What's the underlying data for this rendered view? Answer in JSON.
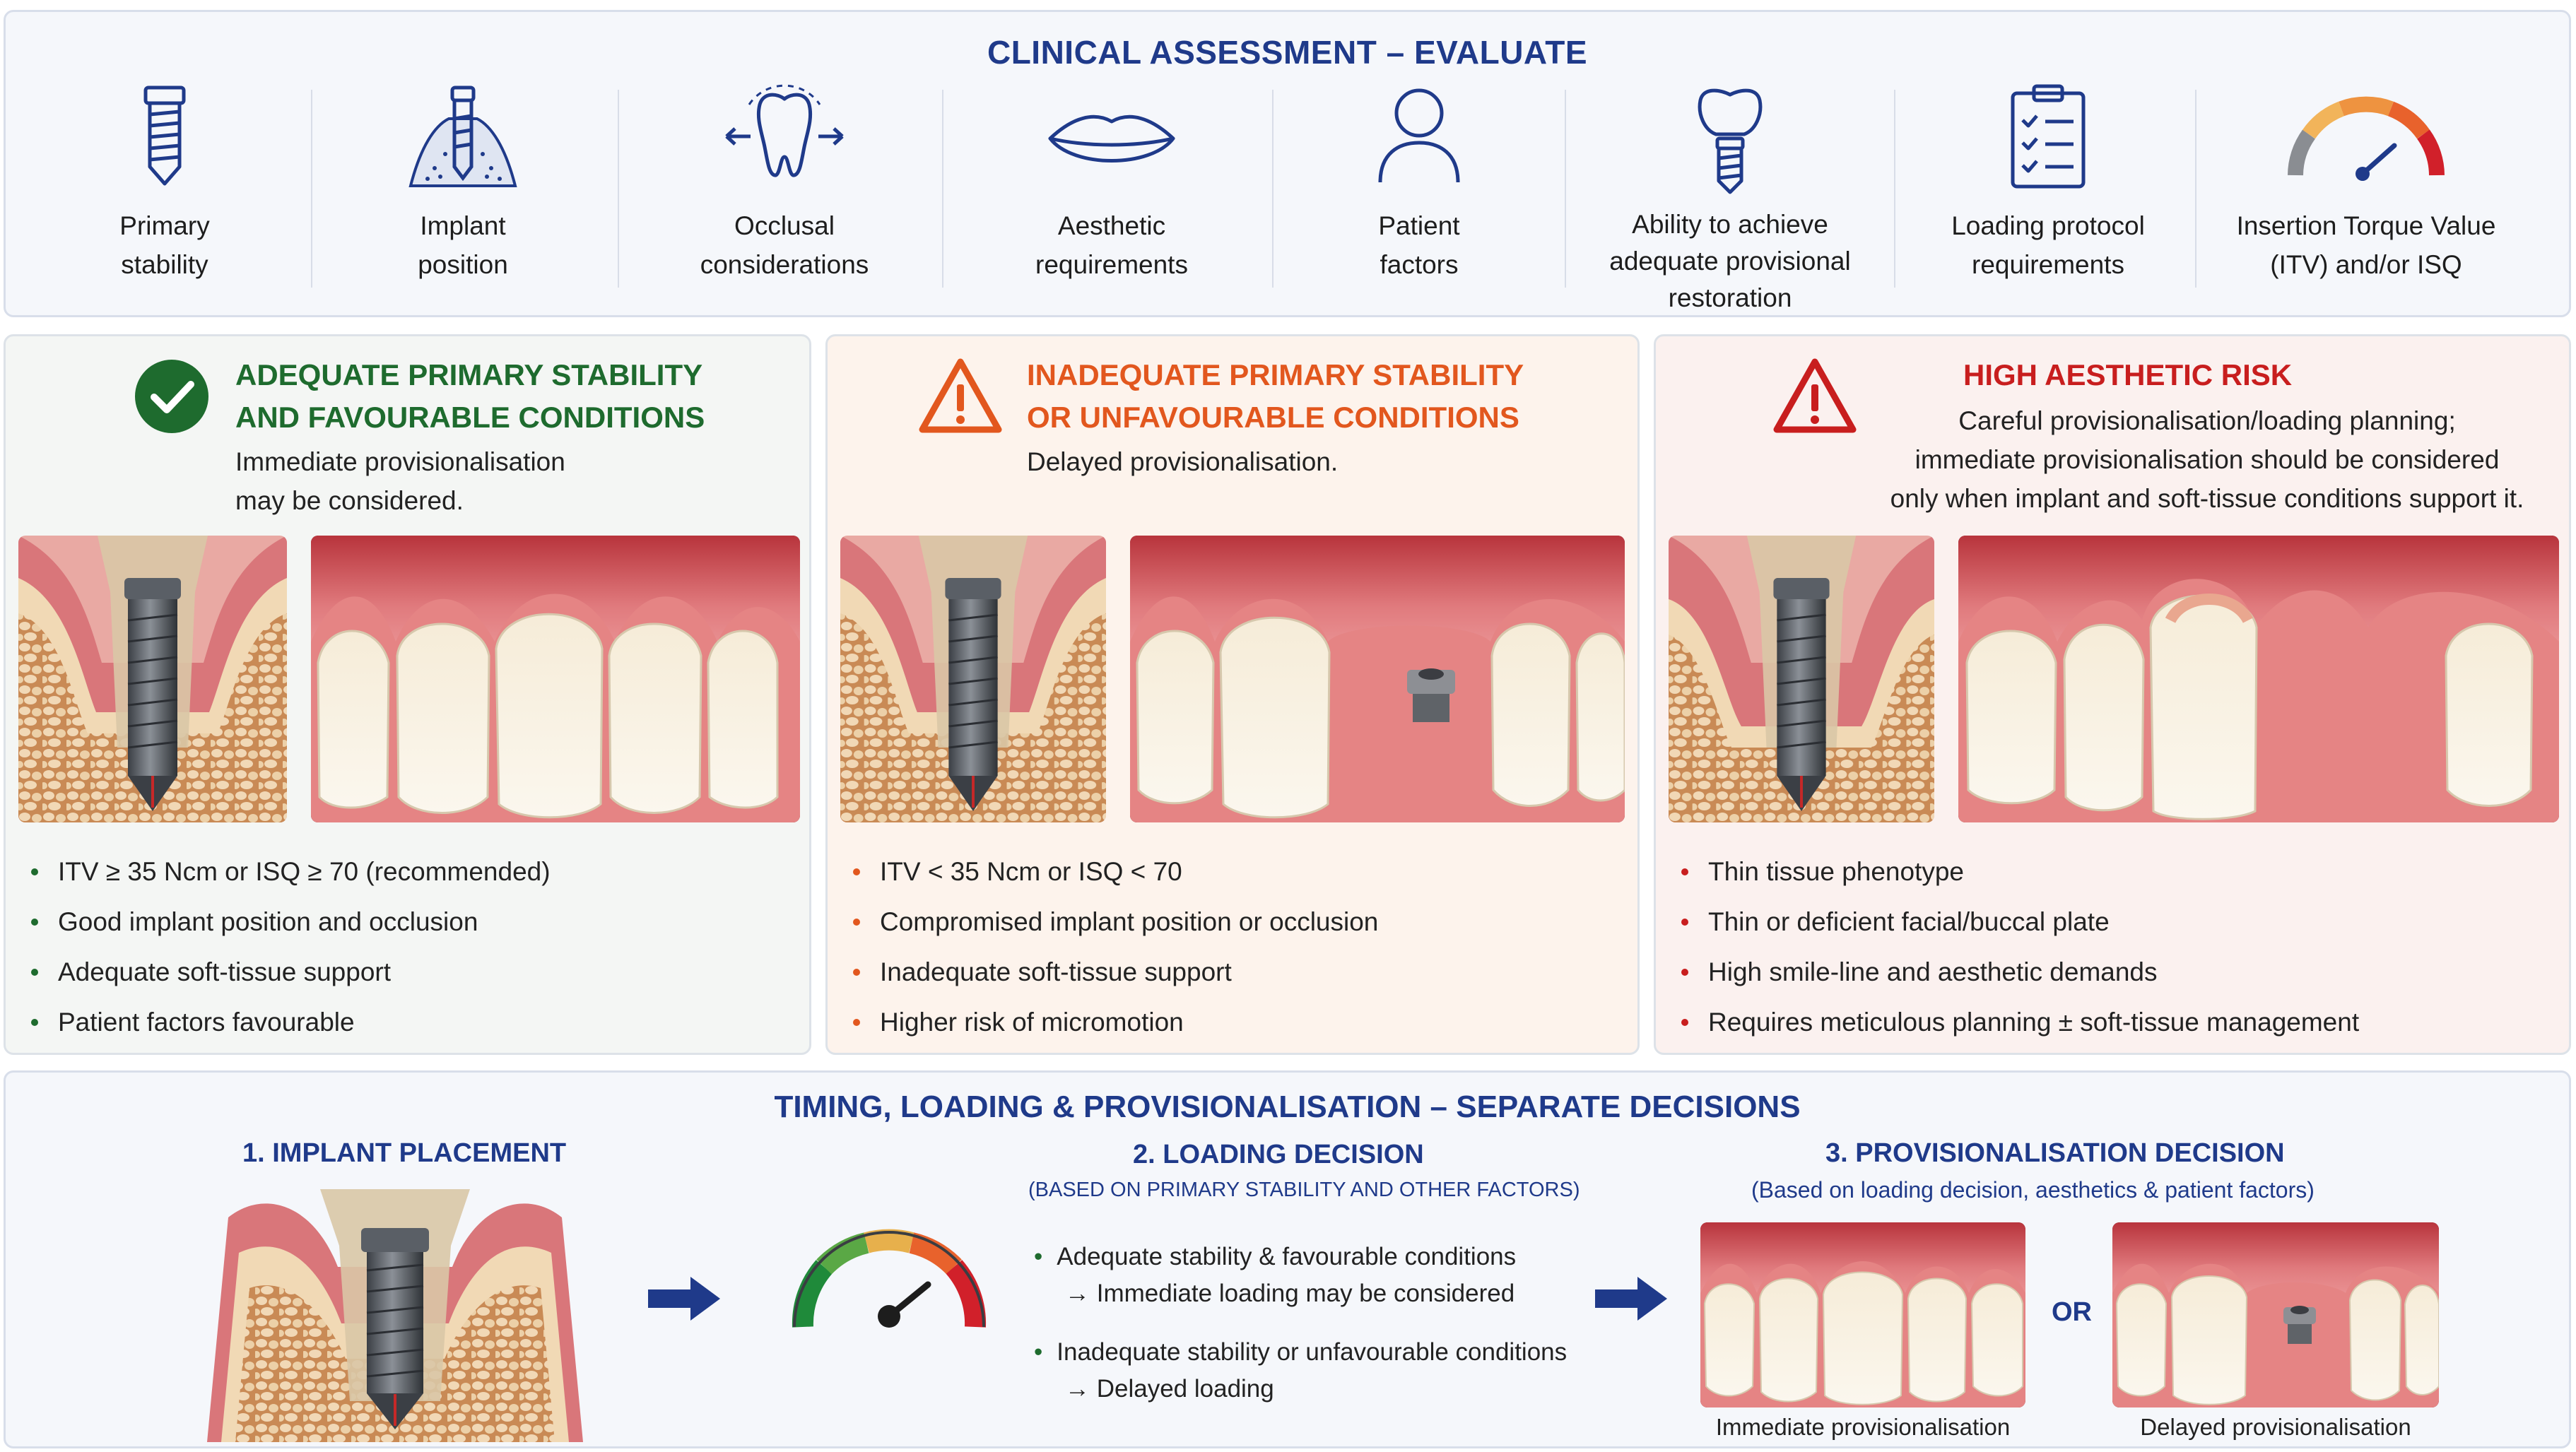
{
  "assessment": {
    "title": "CLINICAL ASSESSMENT – EVALUATE",
    "criteria": [
      {
        "icon": "implant-screw-icon",
        "label": "Primary\nstability"
      },
      {
        "icon": "implant-in-bone-icon",
        "label": "Implant\nposition"
      },
      {
        "icon": "tooth-occlusion-icon",
        "label": "Occlusal\nconsiderations"
      },
      {
        "icon": "lips-icon",
        "label": "Aesthetic\nrequirements"
      },
      {
        "icon": "patient-icon",
        "label": "Patient\nfactors"
      },
      {
        "icon": "implant-crown-icon",
        "label": "Ability to achieve\nadequate provisional\nrestoration"
      },
      {
        "icon": "clipboard-checklist-icon",
        "label": "Loading protocol\nrequirements"
      },
      {
        "icon": "torque-gauge-icon",
        "label": "Insertion Torque Value\n(ITV) and/or ISQ"
      }
    ]
  },
  "scenarios": {
    "favourable": {
      "icon": "check-circle-icon",
      "color": "#1e6b2e",
      "heading": "ADEQUATE PRIMARY STABILITY\nAND FAVOURABLE CONDITIONS",
      "sub": "Immediate provisionalisation\nmay be considered.",
      "bullets": [
        "ITV ≥ 35 Ncm or ISQ ≥ 70 (recommended)",
        "Good implant position and occlusion",
        "Adequate soft-tissue support",
        "Patient factors favourable"
      ]
    },
    "unfavourable": {
      "icon": "warning-triangle-icon",
      "color": "#e2571e",
      "heading": "INADEQUATE PRIMARY STABILITY\nOR UNFAVOURABLE CONDITIONS",
      "sub": "Delayed provisionalisation.",
      "bullets": [
        "ITV < 35 Ncm or ISQ < 70",
        "Compromised implant position or occlusion",
        "Inadequate soft-tissue support",
        "Higher risk of micromotion"
      ]
    },
    "aesthetic": {
      "icon": "warning-triangle-icon",
      "color": "#c81e1e",
      "heading": "HIGH AESTHETIC RISK",
      "sub": "Careful provisionalisation/loading planning;\nimmediate provisionalisation should be considered\nonly when implant and soft-tissue conditions support it.",
      "bullets": [
        "Thin tissue phenotype",
        "Thin or deficient facial/buccal plate",
        "High smile-line and aesthetic demands",
        "Requires meticulous planning ± soft-tissue management"
      ]
    }
  },
  "timing": {
    "title": "TIMING, LOADING & PROVISIONALISATION – SEPARATE DECISIONS",
    "step1": "1. IMPLANT PLACEMENT",
    "step2": "2. LOADING DECISION",
    "step2_sub": "(BASED ON PRIMARY STABILITY AND OTHER FACTORS)",
    "step3": "3. PROVISIONALISATION DECISION",
    "step3_sub": "(Based on loading decision, aesthetics & patient factors)",
    "opt1_a": "Adequate stability & favourable conditions",
    "opt1_b": "→ Immediate loading may be considered",
    "opt2_a": "Inadequate stability or unfavourable conditions",
    "opt2_b": "→ Delayed loading",
    "or": "OR",
    "cap_immediate": "Immediate provisionalisation",
    "cap_delayed": "Delayed provisionalisation"
  },
  "colors": {
    "navy": "#1f3a8a",
    "green": "#1e6b2e",
    "orange": "#e2571e",
    "red": "#c81e1e"
  }
}
